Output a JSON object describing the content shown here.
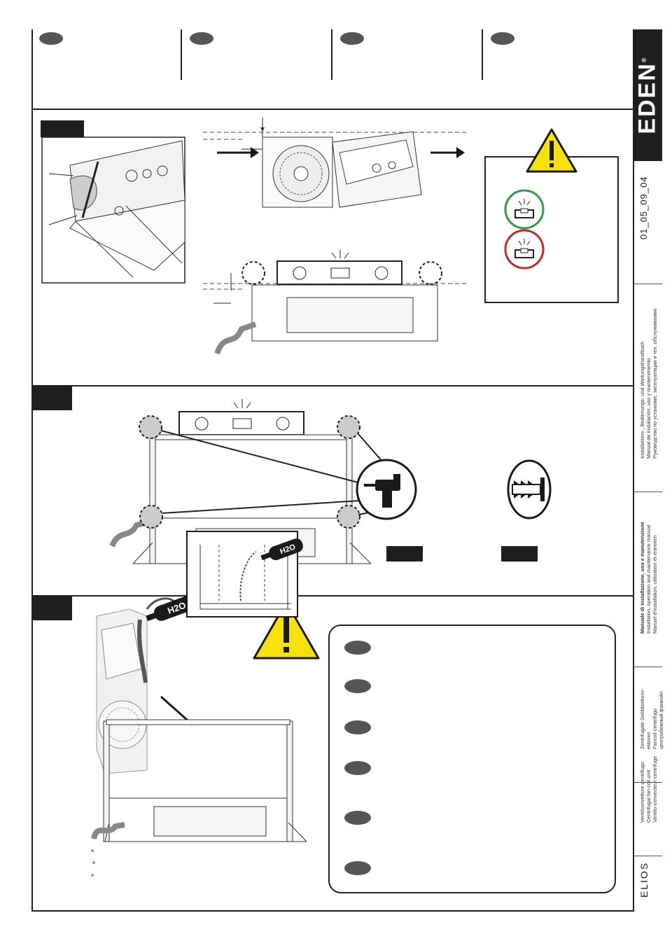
{
  "brand": {
    "name": "EDEN",
    "registered": "®"
  },
  "document": {
    "code": "01_05_09_04"
  },
  "manual_titles": {
    "lines_block1": [
      "Installations-, Bedienungs- und Wartungshandbuch",
      "Manual de instalación, uso y mantenimiento",
      "Руководство по установке, эксплуатации и тех. обслуживанию"
    ],
    "lines_block2": [
      "Manuale di installazione, uso e manutenzione",
      "Installation, operation and maintenance manual",
      "Manuel d'installation, utilisation et entretien"
    ],
    "product_block1": [
      "Zentrifugale Gebläsekonv-",
      "ektoren",
      "Fancoil centrifugo",
      "центробежный фанкойл"
    ],
    "product_block2": [
      "Ventilconvettore centrifugo",
      "Centrifugal fan coil unit",
      "Ventilo-convecteur centrifuge"
    ]
  },
  "model": "ELIOS",
  "icons": {
    "warning": "warning-triangle-icon",
    "level_ok": "level-ok-icon",
    "level_wrong": "level-wrong-icon",
    "drill": "drill-icon",
    "wall_plug": "wall-plug-icon",
    "water_bottle": "water-bottle-icon"
  },
  "colors": {
    "warning_yellow": "#f5e20b",
    "ok_green": "#2e9e45",
    "wrong_red": "#d2232a",
    "dark": "#1f1f1f"
  },
  "bottle_label": "H2O"
}
